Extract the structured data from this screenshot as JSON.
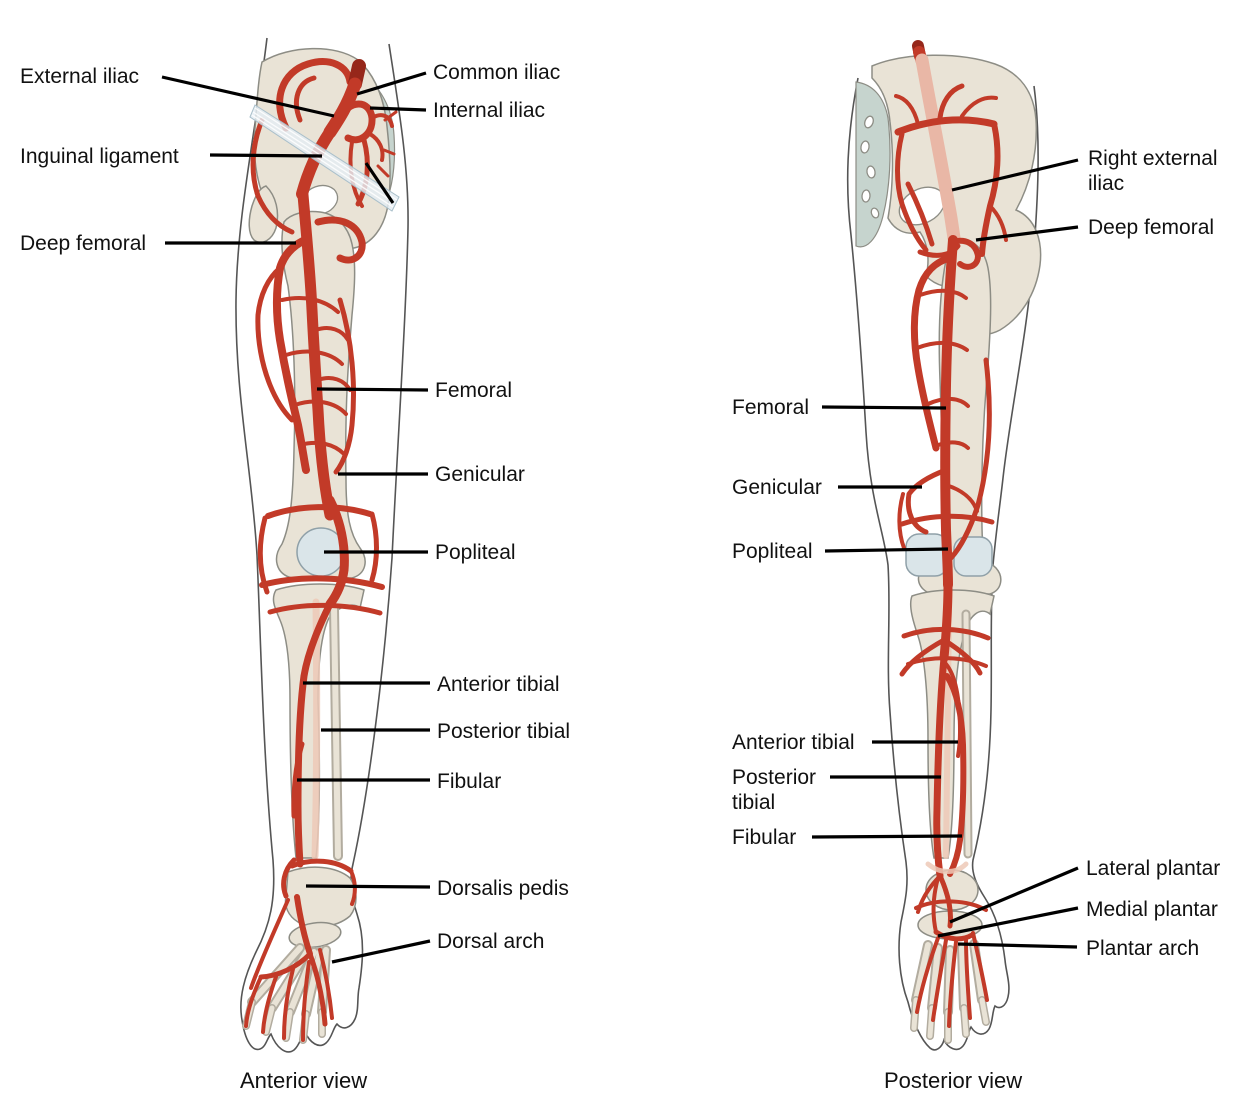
{
  "figure_type": "anatomical-diagram-arteries-of-lower-limb",
  "colors": {
    "artery": "#c23a28",
    "artery_dark": "#96271a",
    "artery_faded": "#e9b7a6",
    "bone": "#e9e3d6",
    "bone_stroke": "#8d8d85",
    "cartilage": "#c6d4ce",
    "condyle": "#dae5e9",
    "outline": "#555555",
    "leader": "#000000",
    "label_text": "#111111",
    "background": "#ffffff"
  },
  "anterior": {
    "caption": "Anterior view",
    "labels": {
      "external_iliac": "External iliac",
      "common_iliac": "Common iliac",
      "internal_iliac": "Internal iliac",
      "inguinal_ligament": "Inguinal ligament",
      "deep_femoral": "Deep femoral",
      "femoral": "Femoral",
      "genicular": "Genicular",
      "popliteal": "Popliteal",
      "anterior_tibial": "Anterior tibial",
      "posterior_tibial": "Posterior tibial",
      "fibular": "Fibular",
      "dorsalis_pedis": "Dorsalis pedis",
      "dorsal_arch": "Dorsal arch"
    }
  },
  "posterior": {
    "caption": "Posterior view",
    "labels": {
      "right_external_iliac": "Right external iliac",
      "deep_femoral": "Deep femoral",
      "femoral": "Femoral",
      "genicular": "Genicular",
      "popliteal": "Popliteal",
      "anterior_tibial": "Anterior tibial",
      "posterior_tibial": "Posterior tibial",
      "fibular": "Fibular",
      "lateral_plantar": "Lateral plantar",
      "medial_plantar": "Medial plantar",
      "plantar_arch": "Plantar arch"
    }
  }
}
